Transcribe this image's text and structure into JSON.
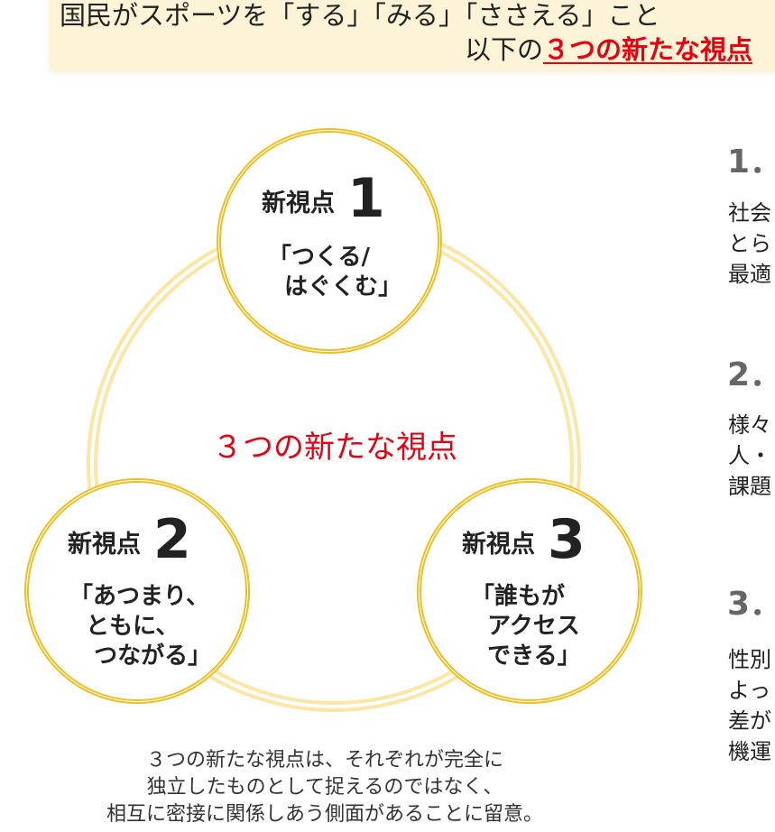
{
  "banner": {
    "line1": "国民がスポーツを「する」「みる」「ささえる」こと",
    "line2_prefix": "以下の",
    "line2_highlight": "３つの新たな視点"
  },
  "diagram": {
    "center_label": "３つの新たな視点",
    "nodes": [
      {
        "heading": "新視点",
        "number": "1",
        "text": "「つくる/\n  はぐくむ」"
      },
      {
        "heading": "新視点",
        "number": "2",
        "text": "「あつまり、\n  ともに、\n   つながる」"
      },
      {
        "heading": "新視点",
        "number": "3",
        "text": "「誰もが\n  アクセス\n  できる」"
      }
    ],
    "caption": [
      "３つの新たな視点は、それぞれが完全に",
      "独立したものとして捉えるのではなく、",
      "相互に密接に関係しあう側面があることに留意。"
    ]
  },
  "right_panel": [
    {
      "number": "1．",
      "text": "社会\nとら\n最適"
    },
    {
      "number": "2．",
      "text": "様々\n人・\n課題"
    },
    {
      "number": "3．",
      "text": "性別\nよっ\n差が\n機運"
    }
  ],
  "colors": {
    "accent_red": "#e60012",
    "ring_gold": "#eebf22",
    "ring_light": "#fbe6a6",
    "banner_bg": "#fdf3d6"
  }
}
